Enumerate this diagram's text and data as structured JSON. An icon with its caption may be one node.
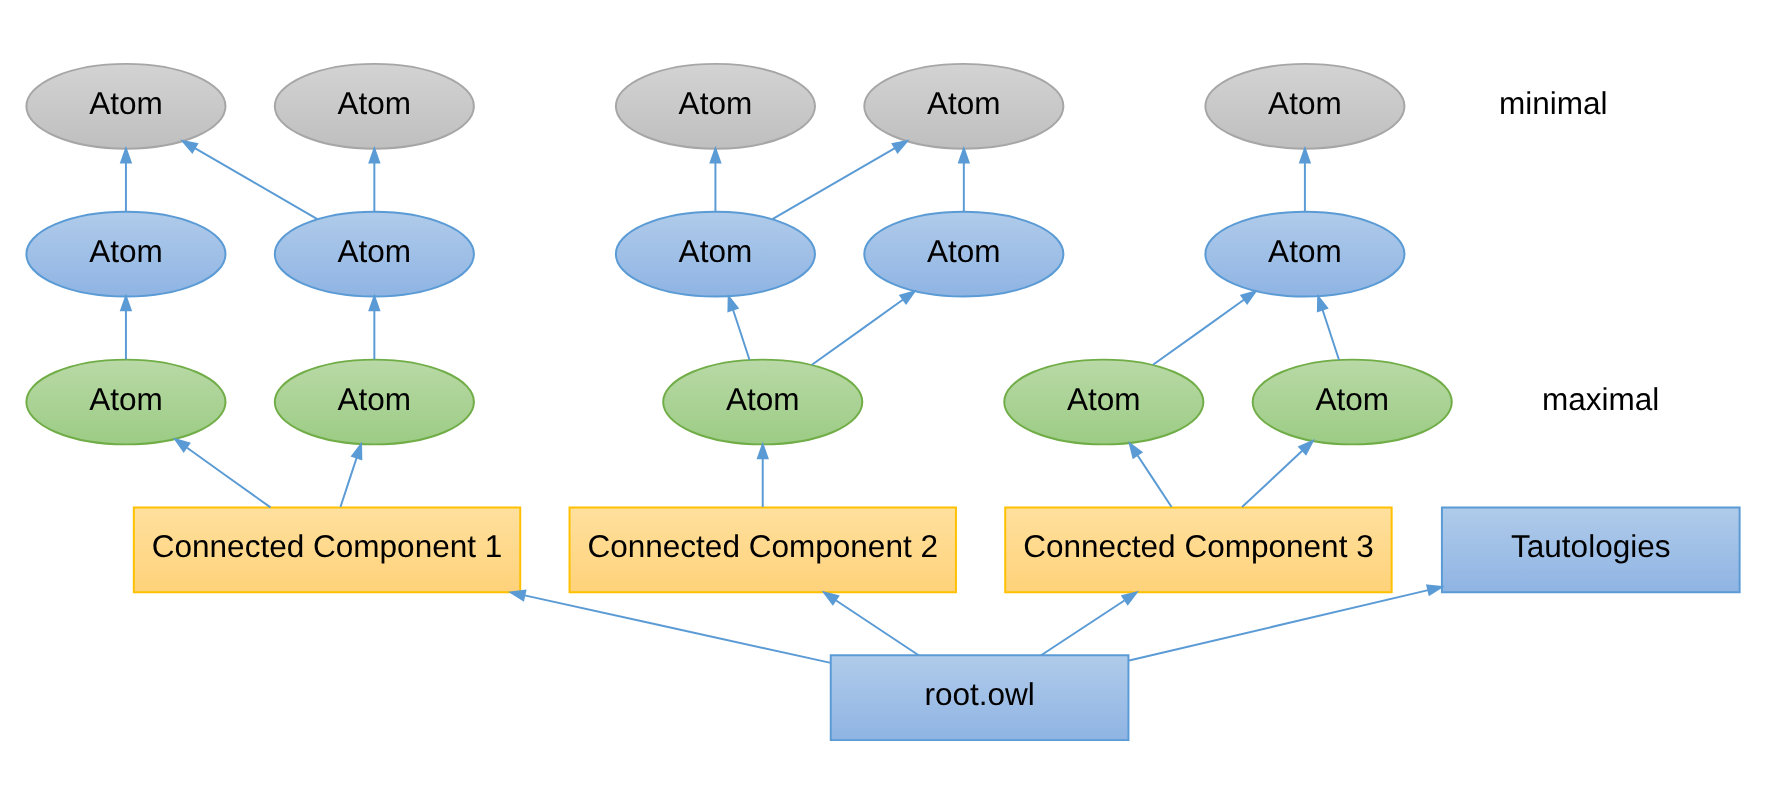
{
  "diagram": {
    "nodes": [
      {
        "text": [
          "Atom"
        ]
      },
      {
        "text": [
          "Atom"
        ]
      },
      {
        "text": [
          "Atom"
        ]
      },
      {
        "text": [
          "Atom"
        ]
      },
      {
        "text": [
          "Atom"
        ]
      },
      {
        "text": [
          "Atom"
        ]
      },
      {
        "text": [
          "Atom"
        ]
      },
      {
        "text": [
          "Atom"
        ]
      },
      {
        "text": [
          "Atom"
        ]
      },
      {
        "text": [
          "Atom"
        ]
      },
      {
        "text": [
          "Atom"
        ]
      },
      {
        "text": [
          "Atom"
        ]
      },
      {
        "text": [
          "Atom"
        ]
      },
      {
        "text": [
          "Atom"
        ]
      },
      {
        "text": [
          "Atom"
        ]
      },
      {
        "text": [
          "Connected Component 1"
        ]
      },
      {
        "text": [
          "Connected Component 2"
        ]
      },
      {
        "text": [
          "Connected Component 3"
        ]
      },
      {
        "text": [
          "Tautologies"
        ]
      },
      {
        "text": [
          "root.owl"
        ]
      }
    ],
    "edges": [
      {
        "from": 19,
        "to": 15,
        "arrow": "to"
      },
      {
        "from": 19,
        "to": 16,
        "arrow": "to"
      },
      {
        "from": 19,
        "to": 17,
        "arrow": "to"
      },
      {
        "from": 19,
        "to": 18,
        "arrow": "to"
      },
      {
        "from": 15,
        "to": 10,
        "arrow": "to"
      },
      {
        "from": 15,
        "to": 11,
        "arrow": "to"
      },
      {
        "from": 16,
        "to": 12,
        "arrow": "to"
      },
      {
        "from": 17,
        "to": 13,
        "arrow": "to"
      },
      {
        "from": 17,
        "to": 14,
        "arrow": "to"
      },
      {
        "from": 10,
        "to": 5,
        "arrow": "to"
      },
      {
        "from": 11,
        "to": 6,
        "arrow": "to"
      },
      {
        "from": 12,
        "to": 7,
        "arrow": "to"
      },
      {
        "from": 12,
        "to": 8,
        "arrow": "to"
      },
      {
        "from": 13,
        "to": 9,
        "arrow": "to"
      },
      {
        "from": 14,
        "to": 9,
        "arrow": "to"
      },
      {
        "from": 5,
        "to": 0,
        "arrow": "to"
      },
      {
        "from": 6,
        "to": 0,
        "arrow": "to"
      },
      {
        "from": 6,
        "to": 1,
        "arrow": "to"
      },
      {
        "from": 7,
        "to": 2,
        "arrow": "to"
      },
      {
        "from": 7,
        "to": 3,
        "arrow": "to"
      },
      {
        "from": 8,
        "to": 3,
        "arrow": "to"
      },
      {
        "from": 9,
        "to": 4,
        "arrow": "to"
      }
    ],
    "labels": [
      "minimal",
      "maximal"
    ]
  }
}
